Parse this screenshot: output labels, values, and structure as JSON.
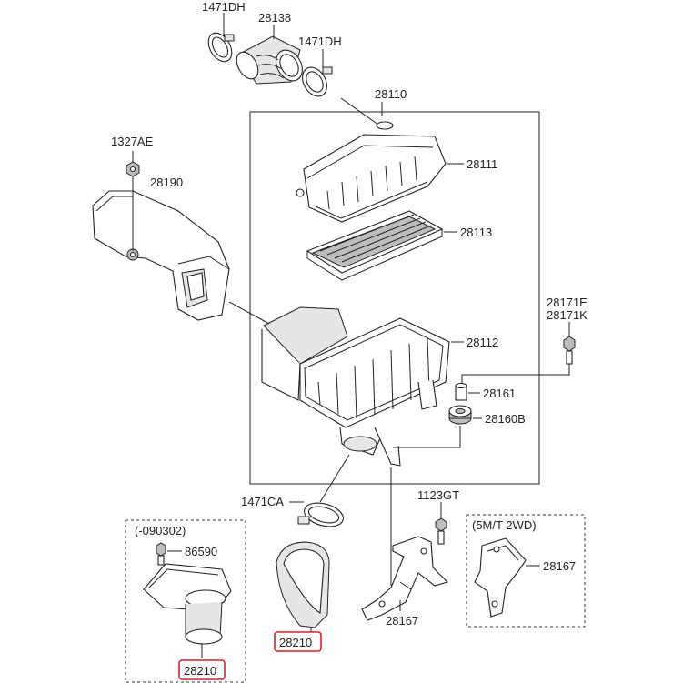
{
  "labels": {
    "p1471dh_top": "1471DH",
    "p28138": "28138",
    "p1471dh_right": "1471DH",
    "p28110": "28110",
    "p1327ae": "1327AE",
    "p28190": "28190",
    "p28111": "28111",
    "p28113": "28113",
    "p28171e": "28171E",
    "p28171k": "28171K",
    "p28112": "28112",
    "p28161": "28161",
    "p28160b": "28160B",
    "p1471ca": "1471CA",
    "p1123gt": "1123GT",
    "p86590": "86590",
    "p28167_main": "28167",
    "p28167_5mt": "28167",
    "p28210_left": "28210",
    "p28210_center": "28210"
  },
  "groups": {
    "variant_left": "(-090302)",
    "variant_right": "(5M/T 2WD)"
  },
  "colors": {
    "highlight": "#e11d2a",
    "ink": "#222222"
  }
}
